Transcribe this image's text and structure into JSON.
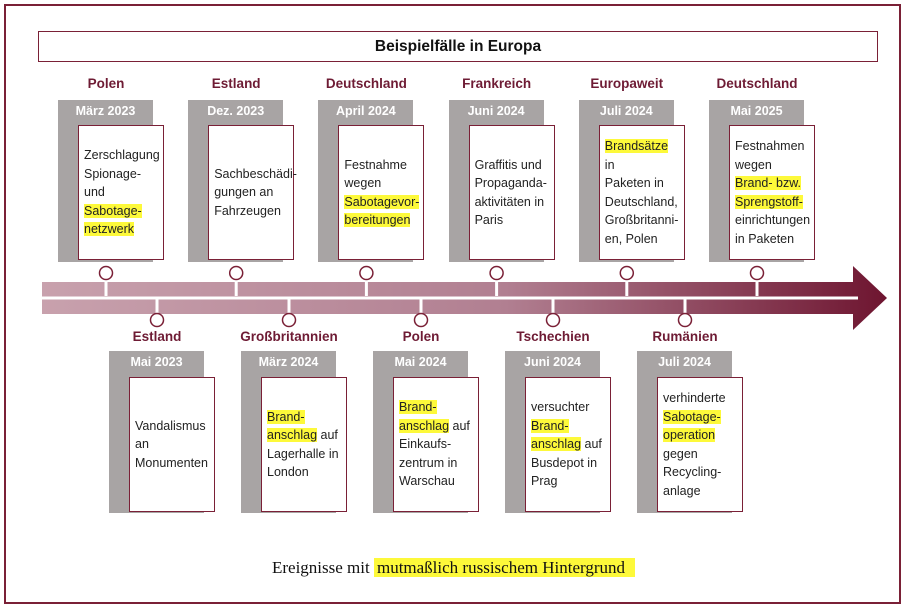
{
  "title": "Beispielfälle in Europa",
  "legend": {
    "prefix": "Ereignisse mit",
    "highlight": "mutmaßlich russischem Hintergrund"
  },
  "colors": {
    "accent": "#7a2036",
    "highlight": "#fdf93a",
    "gray": "#a8a4a4",
    "arrow_start": "#c8a1ad",
    "arrow_end": "#6e1530"
  },
  "events_top": [
    {
      "country": "Polen",
      "date": "März 2023",
      "text": [
        [
          "Zerschlagung"
        ],
        [
          "Spionage-"
        ],
        [
          "und"
        ],
        [
          {
            "hl": "Sabotage-"
          }
        ],
        [
          {
            "hl": "netzwerk"
          }
        ]
      ]
    },
    {
      "country": "Estland",
      "date": "Dez. 2023",
      "text": [
        [
          "Sachbeschädi-"
        ],
        [
          "gungen an"
        ],
        [
          "Fahrzeugen"
        ]
      ]
    },
    {
      "country": "Deutschland",
      "date": "April 2024",
      "text": [
        [
          "Festnahme"
        ],
        [
          "wegen"
        ],
        [
          {
            "hl": "Sabotagevor-"
          }
        ],
        [
          {
            "hl": "bereitungen"
          }
        ]
      ]
    },
    {
      "country": "Frankreich",
      "date": "Juni 2024",
      "text": [
        [
          "Graffitis und"
        ],
        [
          "Propaganda-"
        ],
        [
          "aktivitäten in"
        ],
        [
          "Paris"
        ]
      ]
    },
    {
      "country": "Europaweit",
      "date": "Juli 2024",
      "text": [
        [
          {
            "hl": "Brandsätze"
          },
          " in"
        ],
        [
          "Paketen in"
        ],
        [
          "Deutschland,"
        ],
        [
          "Großbritanni-"
        ],
        [
          "en, Polen"
        ]
      ]
    },
    {
      "country": "Deutschland",
      "date": "Mai 2025",
      "text": [
        [
          "Festnahmen"
        ],
        [
          "wegen"
        ],
        [
          {
            "hl": "Brand- bzw."
          }
        ],
        [
          {
            "hl": "Sprengstoff-"
          }
        ],
        [
          "einrichtungen"
        ],
        [
          "in Paketen"
        ]
      ]
    }
  ],
  "events_bottom": [
    {
      "country": "Estland",
      "date": "Mai 2023",
      "text": [
        [
          "Vandalismus"
        ],
        [
          "an"
        ],
        [
          "Monumenten"
        ]
      ]
    },
    {
      "country": "Großbritannien",
      "date": "März 2024",
      "text": [
        [
          {
            "hl": "Brand-"
          }
        ],
        [
          {
            "hl": "anschlag"
          },
          " auf"
        ],
        [
          "Lagerhalle in"
        ],
        [
          "London"
        ]
      ]
    },
    {
      "country": "Polen",
      "date": "Mai 2024",
      "text": [
        [
          {
            "hl": "Brand-"
          }
        ],
        [
          {
            "hl": "anschlag"
          },
          " auf"
        ],
        [
          "Einkaufs-"
        ],
        [
          "zentrum in"
        ],
        [
          "Warschau"
        ]
      ]
    },
    {
      "country": "Tschechien",
      "date": "Juni 2024",
      "text": [
        [
          "versuchter"
        ],
        [
          {
            "hl": "Brand-"
          }
        ],
        [
          {
            "hl": "anschlag"
          },
          " auf"
        ],
        [
          "Busdepot in"
        ],
        [
          "Prag"
        ]
      ]
    },
    {
      "country": "Rumänien",
      "date": "Juli 2024",
      "text": [
        [
          "verhinderte"
        ],
        [
          {
            "hl": "Sabotage-"
          }
        ],
        [
          {
            "hl": "operation"
          }
        ],
        [
          "gegen"
        ],
        [
          "Recycling-"
        ],
        [
          "anlage"
        ]
      ]
    }
  ]
}
